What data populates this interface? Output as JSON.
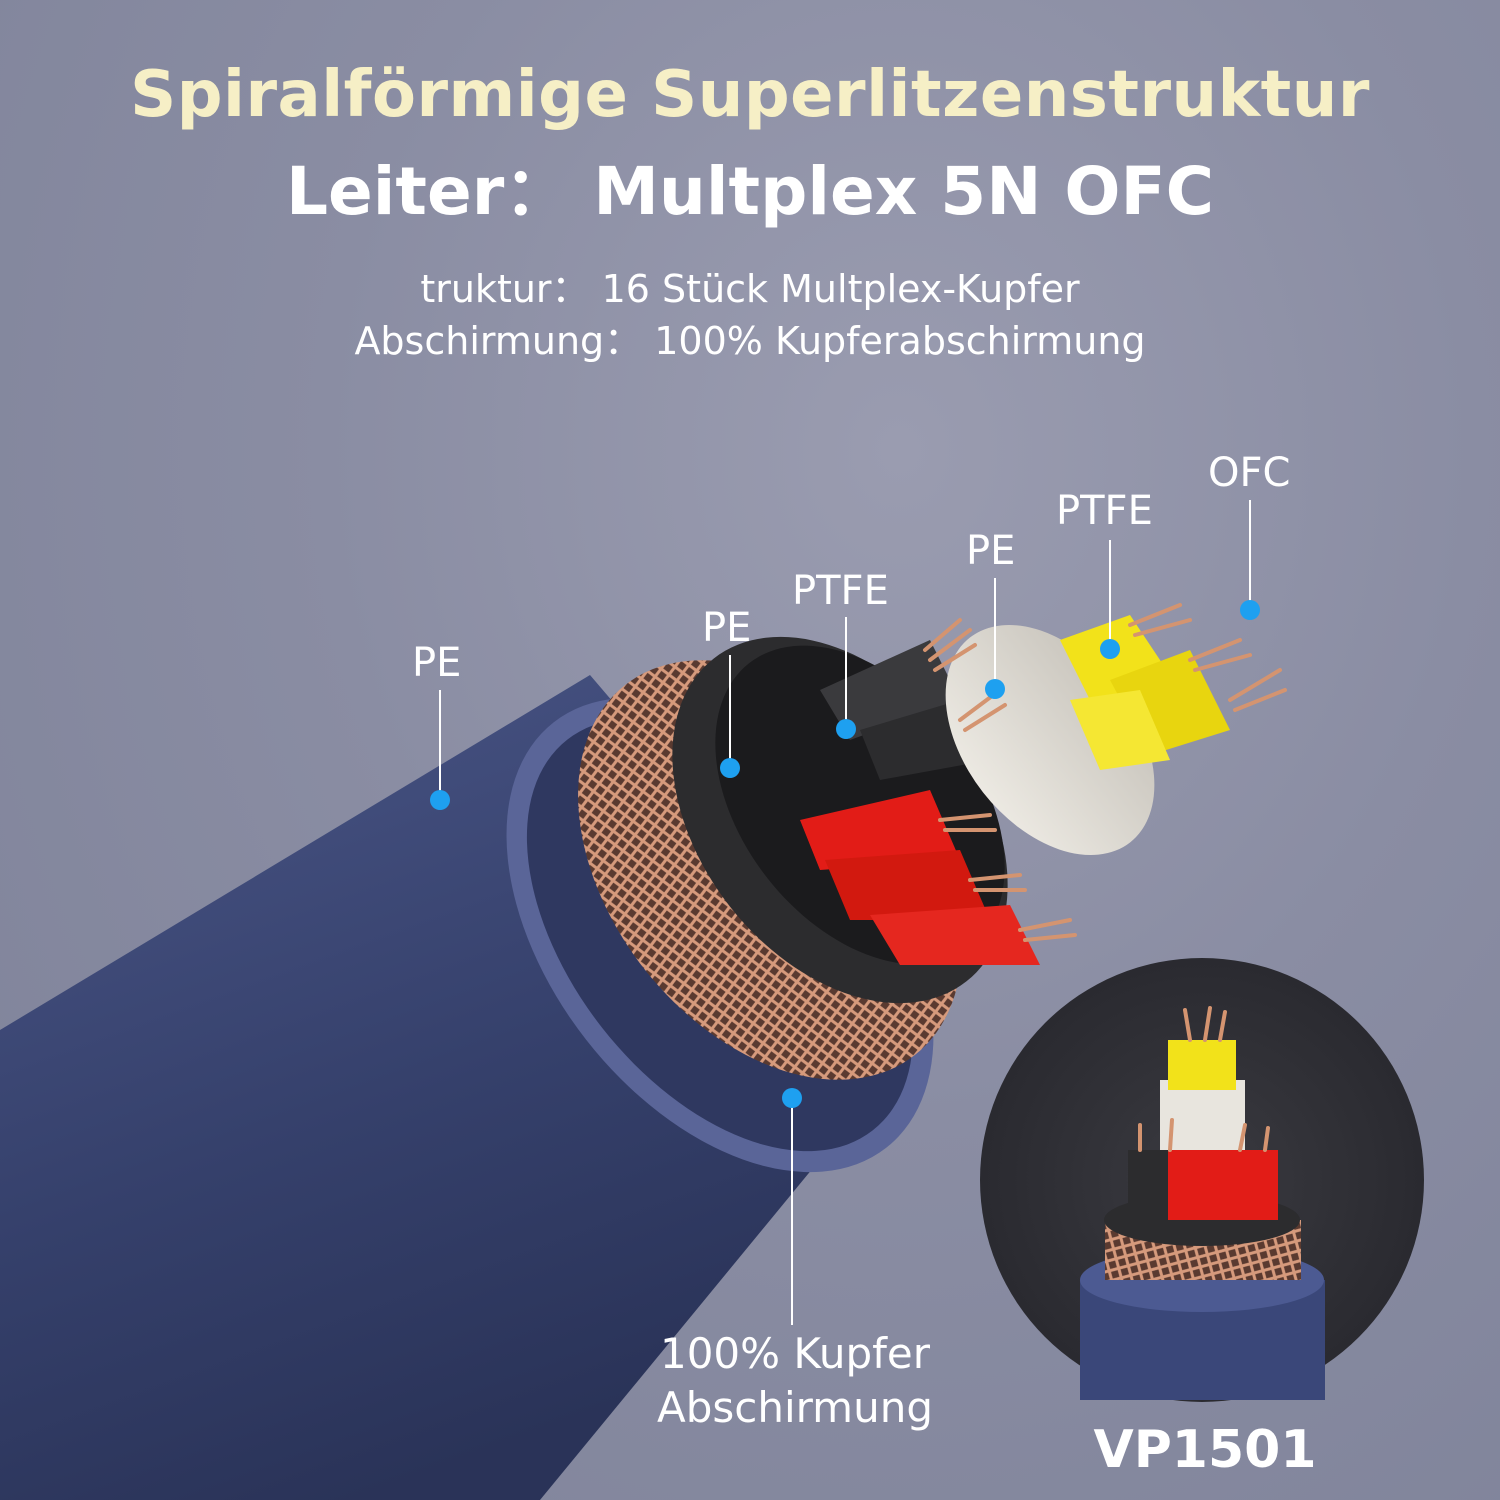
{
  "header": {
    "title_line1": "Spiralförmige Superlitzenstruktur",
    "title_line2": "Leiter：  Multplex 5N OFC"
  },
  "specs": {
    "structure": "truktur：  16 Stück Multplex-Kupfer",
    "shielding": "Abschirmung：  100% Kupferabschirmung"
  },
  "layers": {
    "outer_jacket": "PE",
    "inner_jacket": "PE",
    "core_sleeve": "PTFE",
    "filler": "PE",
    "insulation": "PTFE",
    "conductor": "OFC"
  },
  "shield_label": {
    "line1": "100% Kupfer",
    "line2": "Abschirmung"
  },
  "model": "VP1501",
  "colors": {
    "title_accent": "#f6efc6",
    "marker_dot": "#1ea0f0",
    "jacket": "#3d4a7a",
    "copper": "#c98a6a",
    "red_core": "#e21c17",
    "yellow_core": "#f2e21a",
    "black_core": "#2c2c2e"
  }
}
